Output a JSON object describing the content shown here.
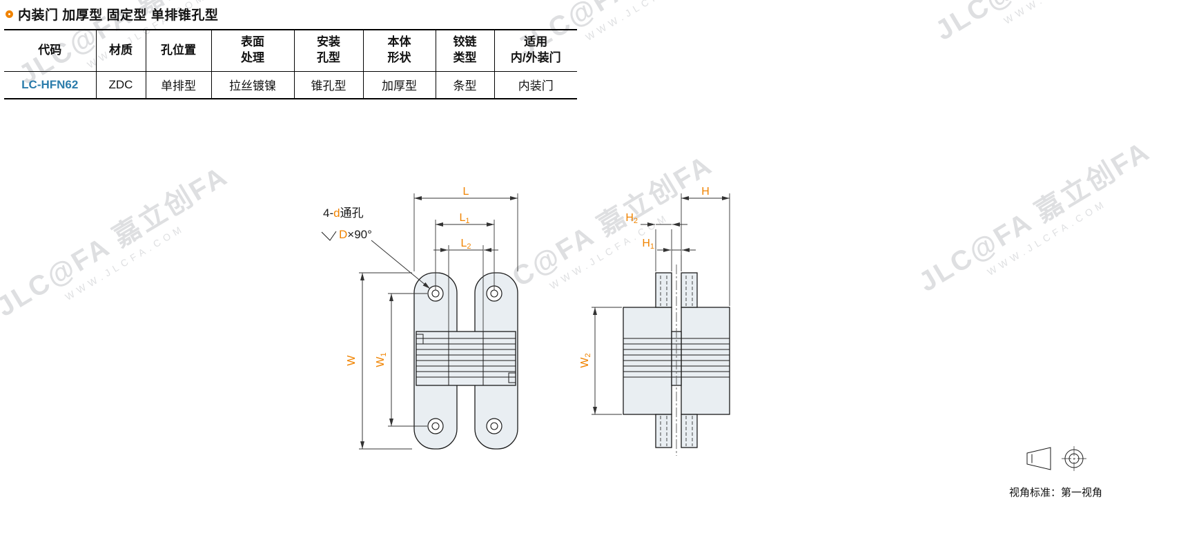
{
  "page": {
    "title": "内装门 加厚型 固定型 单排锥孔型",
    "view_note": "视角标准：第一视角"
  },
  "colors": {
    "accent": "#f08300",
    "code": "#2b7cab",
    "ink": "#1a1a1a",
    "fill": "#e9eef2"
  },
  "watermark": {
    "logo": "JLC@FA",
    "brand": "嘉立创FA",
    "url": "WWW.JLCFA.COM"
  },
  "table": {
    "headers": [
      "代码",
      "材质",
      "孔位置",
      "表面\n处理",
      "安装\n孔型",
      "本体\n形状",
      "铰链\n类型",
      "适用\n内/外装门"
    ],
    "rows": [
      [
        "LC-HFN62",
        "ZDC",
        "单排型",
        "拉丝镀镍",
        "锥孔型",
        "加厚型",
        "条型",
        "内装门"
      ]
    ]
  },
  "drawing": {
    "callout": {
      "prefix": "4-",
      "d": "d",
      "suffix": "通孔",
      "cs_D": "D",
      "cs_angle": "×90°"
    },
    "dims": {
      "L": {
        "base": "L",
        "sub": ""
      },
      "L1": {
        "base": "L",
        "sub": "1"
      },
      "L2": {
        "base": "L",
        "sub": "2"
      },
      "W": {
        "base": "W",
        "sub": ""
      },
      "W1": {
        "base": "W",
        "sub": "1"
      },
      "W2": {
        "base": "W",
        "sub": "2"
      },
      "H": {
        "base": "H",
        "sub": ""
      },
      "H1": {
        "base": "H",
        "sub": "1"
      },
      "H2": {
        "base": "H",
        "sub": "2"
      }
    }
  }
}
